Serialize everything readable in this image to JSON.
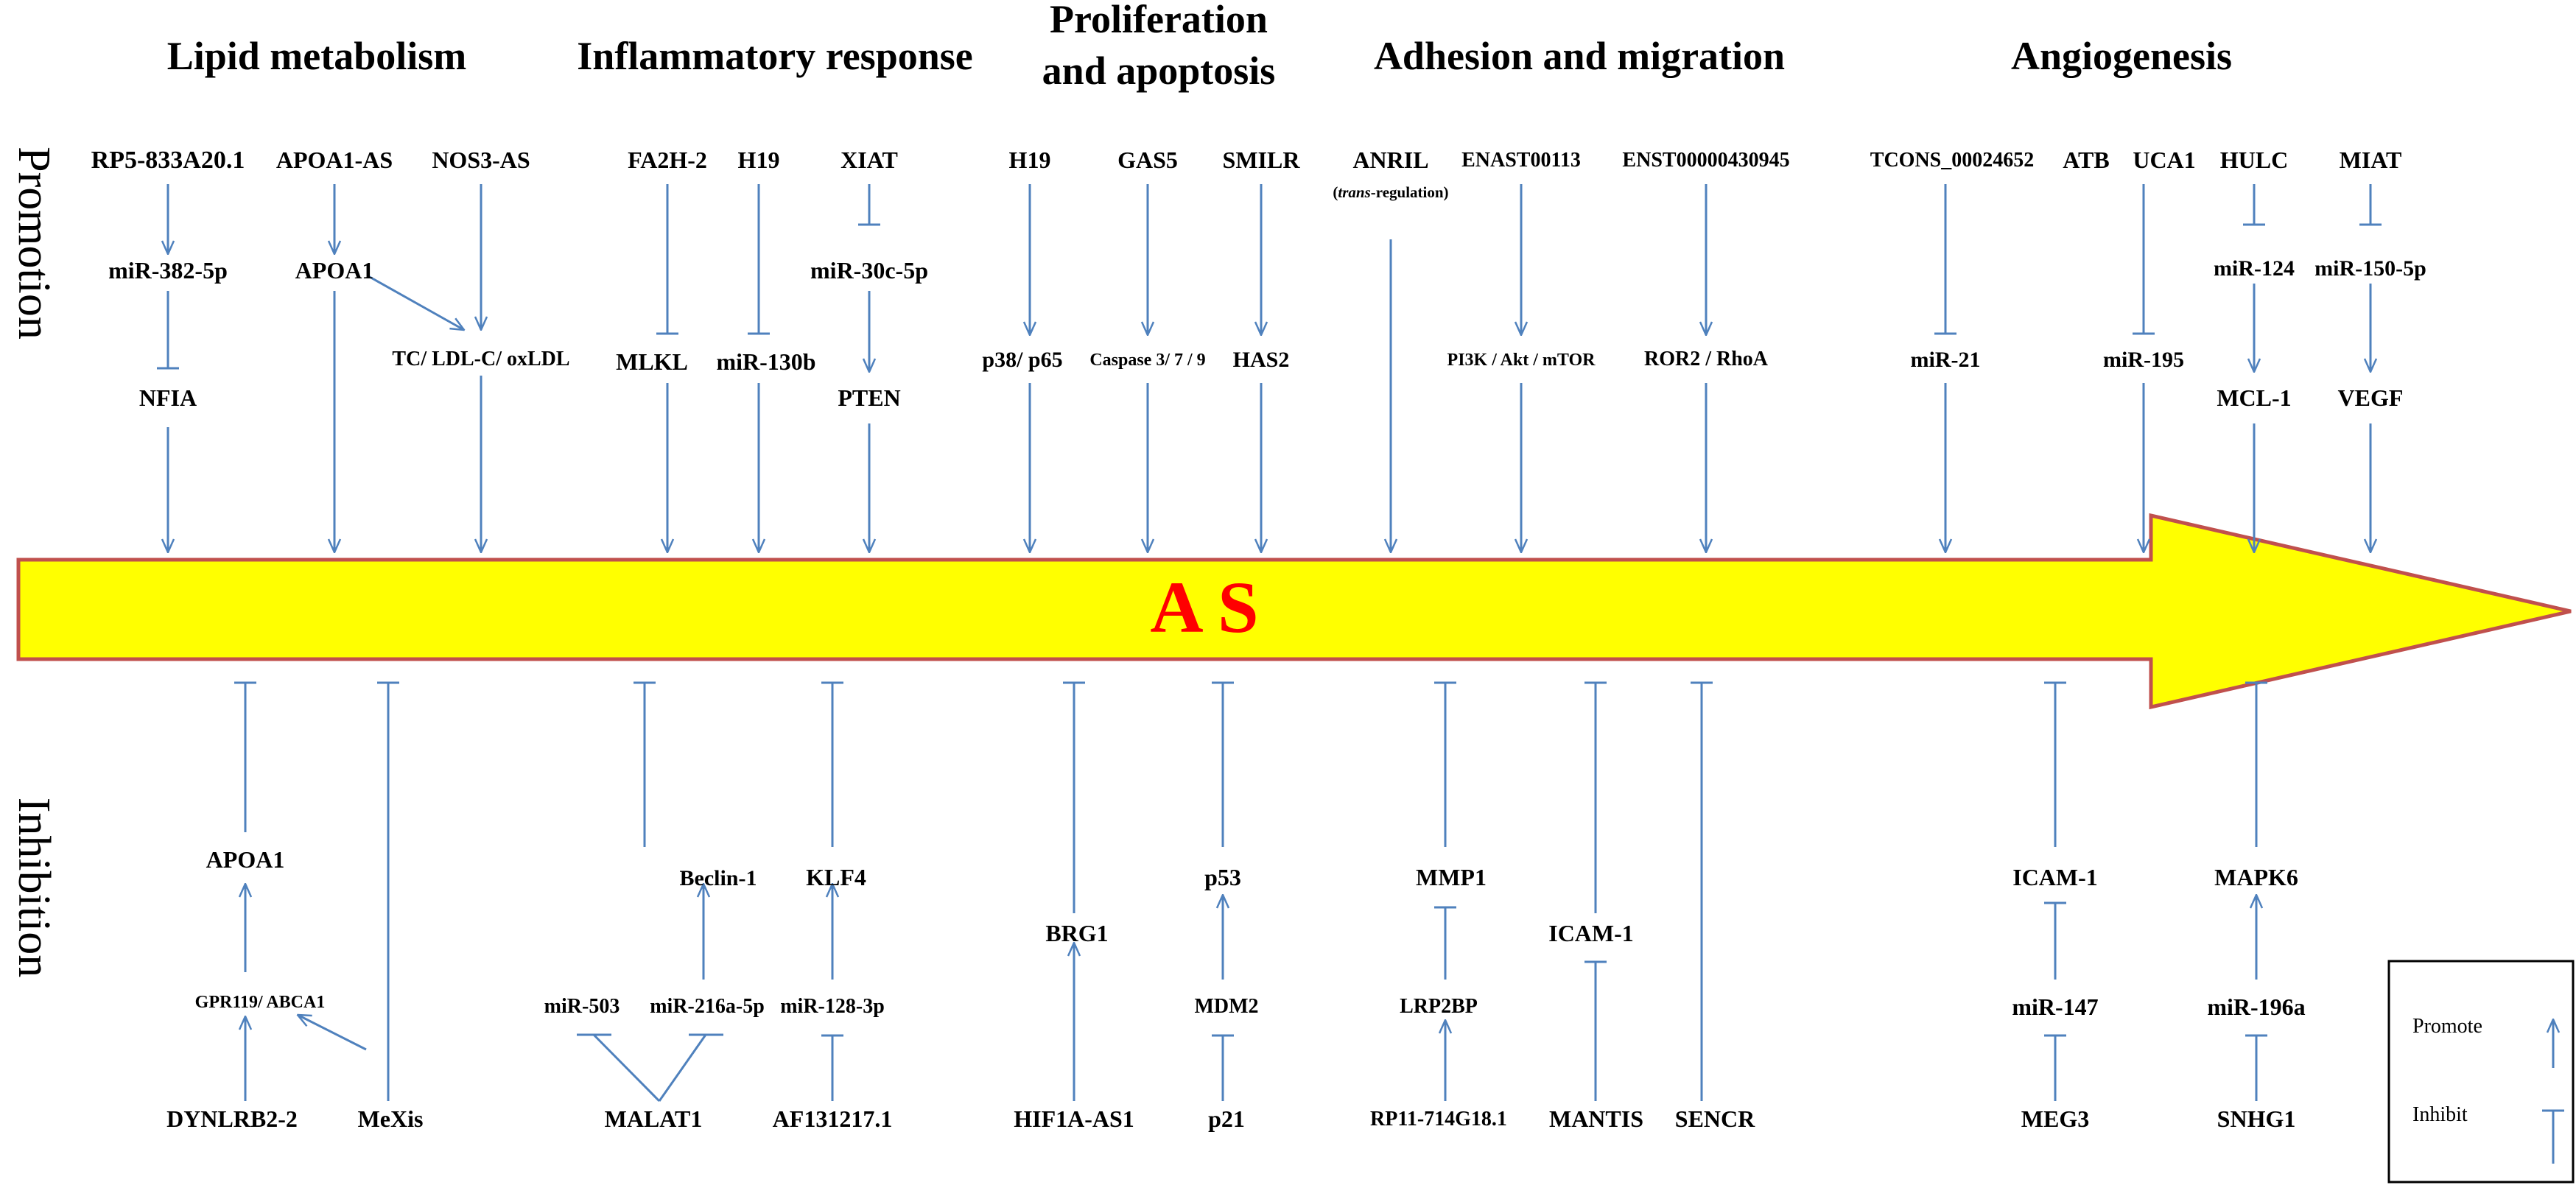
{
  "categories": {
    "lipid": "Lipid metabolism",
    "inflammatory": "Inflammatory response",
    "prolif_1": "Proliferation",
    "prolif_2": "and apoptosis",
    "adhesion": "Adhesion and migration",
    "angio": "Angiogenesis"
  },
  "side_labels": {
    "promotion": "Promotion",
    "inhibition": "Inhibition"
  },
  "center_label": "A S",
  "promotion": {
    "rp5": "RP5-833A20.1",
    "mir382": "miR-382-5p",
    "nfia": "NFIA",
    "apoa1as": "APOA1-AS",
    "apoa1": "APOA1",
    "nos3as": "NOS3-AS",
    "tc_ldl": "TC/ LDL-C/ oxLDL",
    "fa2h2": "FA2H-2",
    "mlkl": "MLKL",
    "h19_a": "H19",
    "mir130b": "miR-130b",
    "xiat": "XIAT",
    "mir30c": "miR-30c-5p",
    "pten": "PTEN",
    "h19_b": "H19",
    "p38p65": "p38/ p65",
    "gas5": "GAS5",
    "caspase": "Caspase 3/ 7 / 9",
    "smilr": "SMILR",
    "has2": "HAS2",
    "anril": "ANRIL",
    "anril_note_italic": "trans",
    "anril_note_rest": "-regulation)",
    "enast": "ENAST00113",
    "pi3k": "PI3K / Akt / mTOR",
    "enst": "ENST00000430945",
    "ror2": "ROR2 / RhoA",
    "tcons": "TCONS_00024652",
    "mir21": "miR-21",
    "atb": "ATB",
    "uca1": "UCA1",
    "mir195": "miR-195",
    "hulc": "HULC",
    "mir124": "miR-124",
    "mcl1": "MCL-1",
    "miat": "MIAT",
    "mir150": "miR-150-5p",
    "vegf": "VEGF"
  },
  "inhibition": {
    "apoa1": "APOA1",
    "gpr119": "GPR119/ ABCA1",
    "dynlrb2": "DYNLRB2-2",
    "mexis": "MeXis",
    "beclin1": "Beclin-1",
    "mir503": "miR-503",
    "mir216": "miR-216a-5p",
    "malat1": "MALAT1",
    "klf4": "KLF4",
    "mir128": "miR-128-3p",
    "af131217": "AF131217.1",
    "brg1": "BRG1",
    "hif1a": "HIF1A-AS1",
    "p53": "p53",
    "mdm2": "MDM2",
    "p21": "p21",
    "mmp1": "MMP1",
    "lrp2bp": "LRP2BP",
    "rp11": "RP11-714G18.1",
    "icam1_a": "ICAM-1",
    "mantis": "MANTIS",
    "sencr": "SENCR",
    "icam1_b": "ICAM-1",
    "mir147": "miR-147",
    "meg3": "MEG3",
    "mapk6": "MAPK6",
    "mir196a": "miR-196a",
    "snhg1": "SNHG1"
  },
  "legend": {
    "promote": "Promote",
    "inhibit": "Inhibit"
  },
  "colors": {
    "edge": "#4f81bd",
    "arrow_fill": "#ffff00",
    "arrow_stroke": "#c0504d",
    "center_text": "#ff0000"
  }
}
